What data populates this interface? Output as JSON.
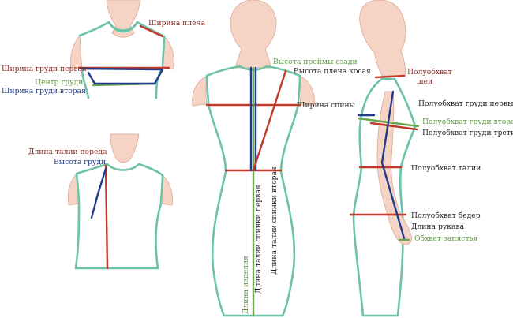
{
  "colors": {
    "skin": "#f6d4c5",
    "skin_stroke": "#d8a893",
    "outline": "#6cc3a5",
    "red": "#c0392b",
    "blue": "#1f3c8c",
    "green": "#6aa84f",
    "label_dark": "#222222"
  },
  "labels": {
    "shoulder_width": "Ширина плеча",
    "chest_width_first": "Ширина груди первая",
    "bust_center": "Центр груди",
    "chest_width_second": "Ширина груди вторая",
    "front_waist_length": "Длина талии переда",
    "bust_height": "Высота груди",
    "back_armhole_height": "Высота проймы сзади",
    "shoulder_slope_height": "Высота плеча косая",
    "back_width": "Ширина спины",
    "back_waist_length_first": "Длина талии спинки первая",
    "back_waist_length_second": "Длина талии спинки вторая",
    "garment_length": "Длина изделия",
    "half_neck_girth_line1": "Полуобхват",
    "half_neck_girth_line2": "шеи",
    "half_chest_girth_first": "Полуобхват груди первый",
    "half_chest_girth_second": "Полуобхват груди второй",
    "half_chest_girth_third": "Полуобхват груди третий",
    "half_waist_girth": "Полуобхват талии",
    "half_hip_girth": "Полуобхват бедер",
    "sleeve_length": "Длина рукава",
    "wrist_girth": "Обхват запястья"
  }
}
